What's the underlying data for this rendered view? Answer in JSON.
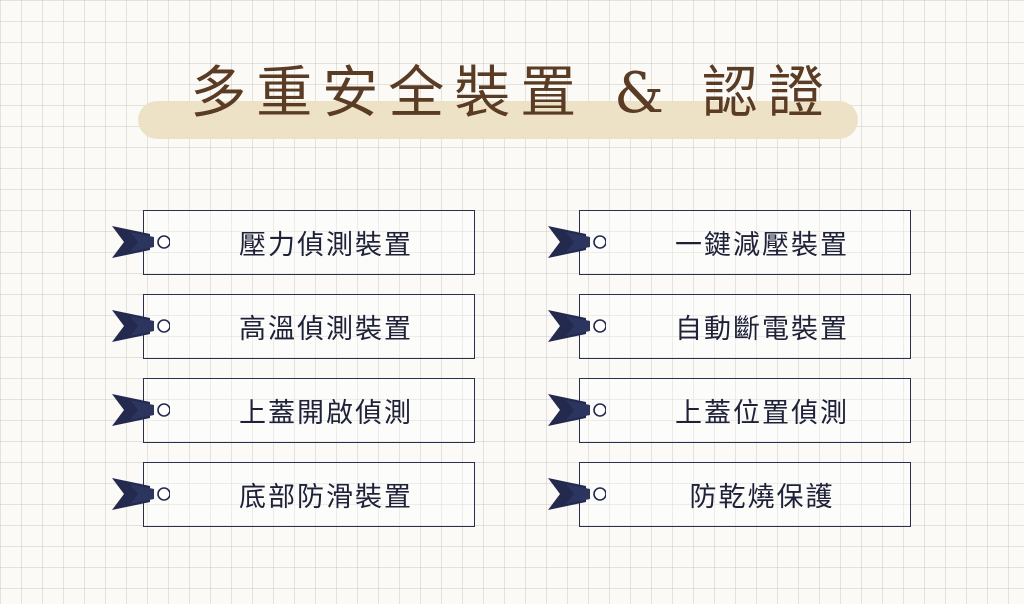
{
  "title": "多重安全裝置 & 認證",
  "colors": {
    "title": "#5a3b24",
    "title_highlight": "#eee2c6",
    "tag_border": "#2a2f4c",
    "ribbon": "#232a4e",
    "text": "#1e2138"
  },
  "tag_icon": "ribbon-grommet-icon",
  "left_column": [
    {
      "label": "壓力偵測裝置"
    },
    {
      "label": "高溫偵測裝置"
    },
    {
      "label": "上蓋開啟偵測"
    },
    {
      "label": "底部防滑裝置"
    }
  ],
  "right_column": [
    {
      "label": "一鍵減壓裝置"
    },
    {
      "label": "自動斷電裝置"
    },
    {
      "label": "上蓋位置偵測"
    },
    {
      "label": "防乾燒保護"
    }
  ]
}
